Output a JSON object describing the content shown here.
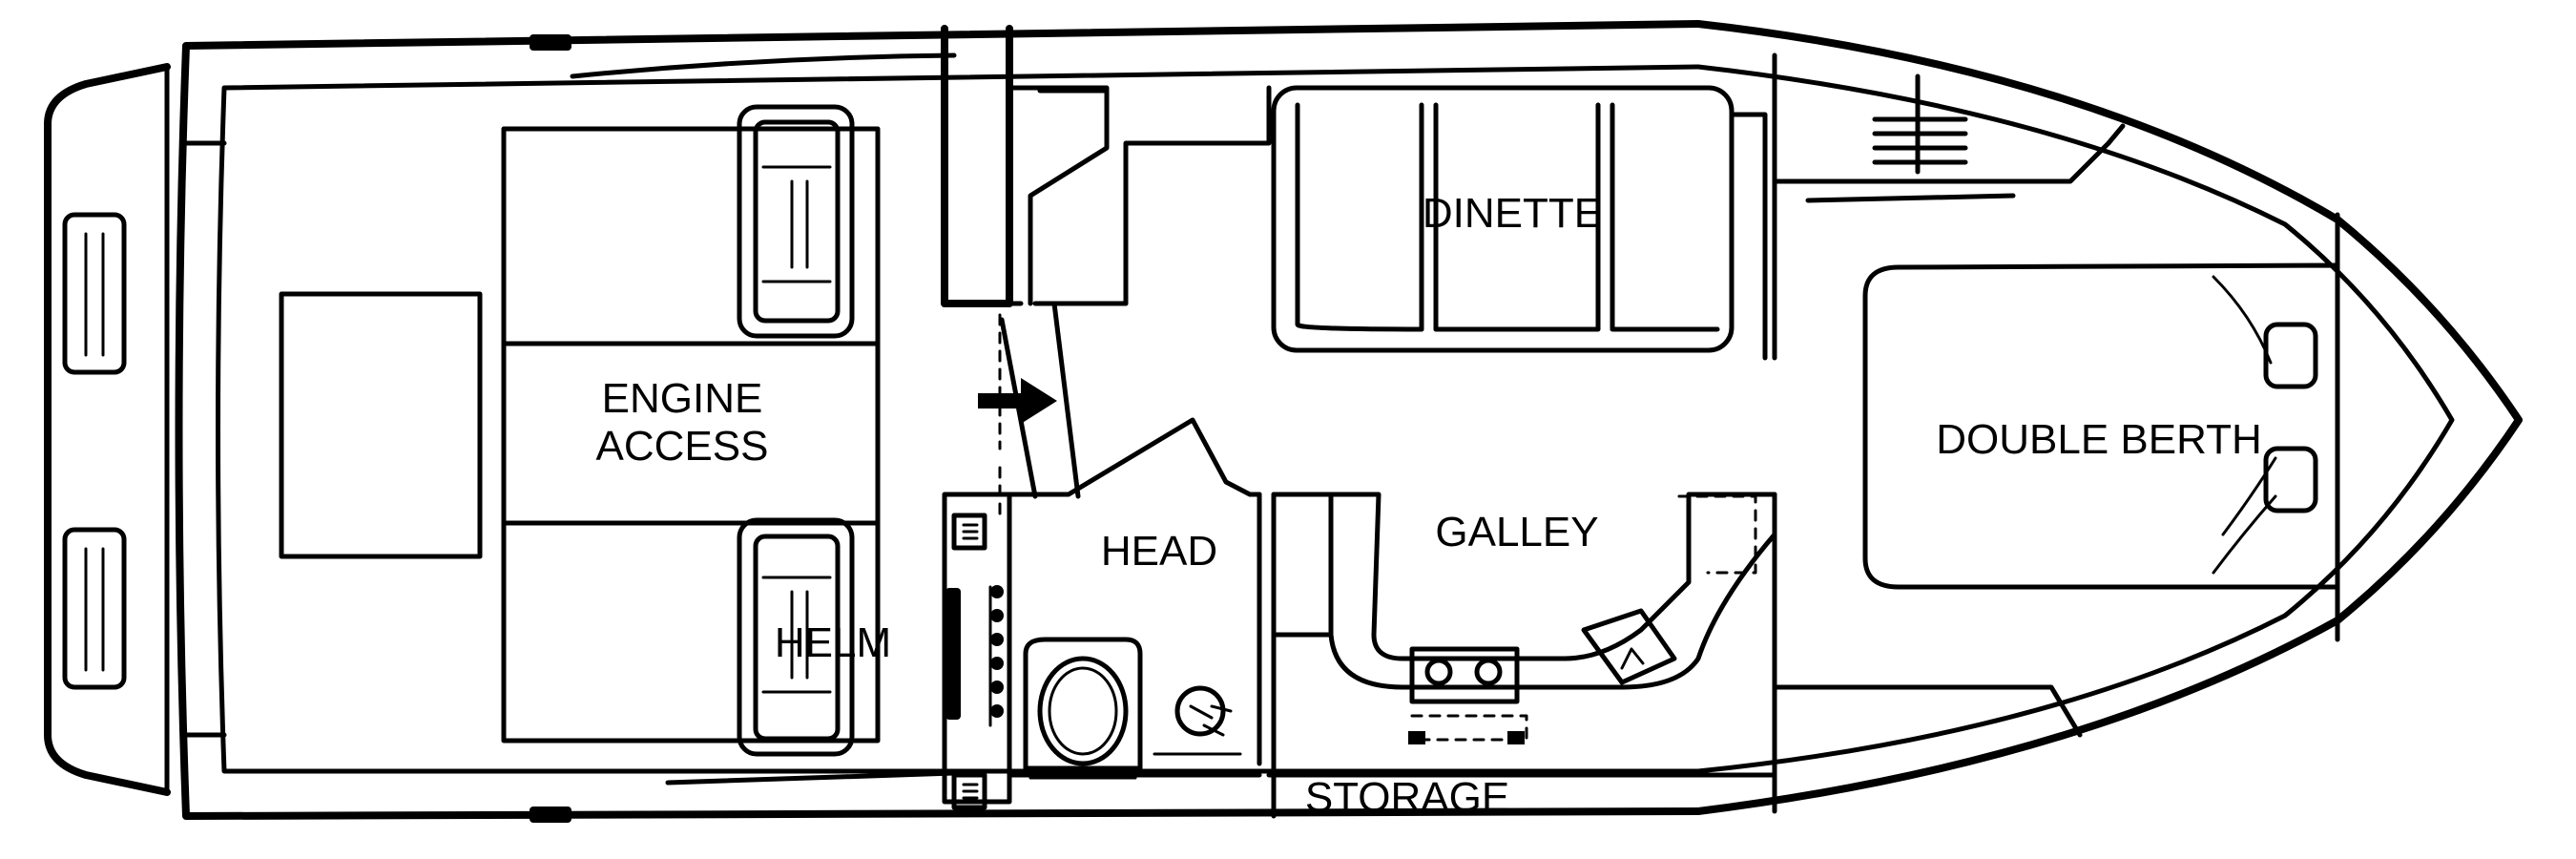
{
  "diagram": {
    "rooms": {
      "dinette": "DINETTE",
      "engine_access_line1": "ENGINE",
      "engine_access_line2": "ACCESS",
      "double_berth": "DOUBLE BERTH",
      "head": "HEAD",
      "galley": "GALLEY",
      "helm": "HELM",
      "storage": "STORAGE"
    }
  }
}
